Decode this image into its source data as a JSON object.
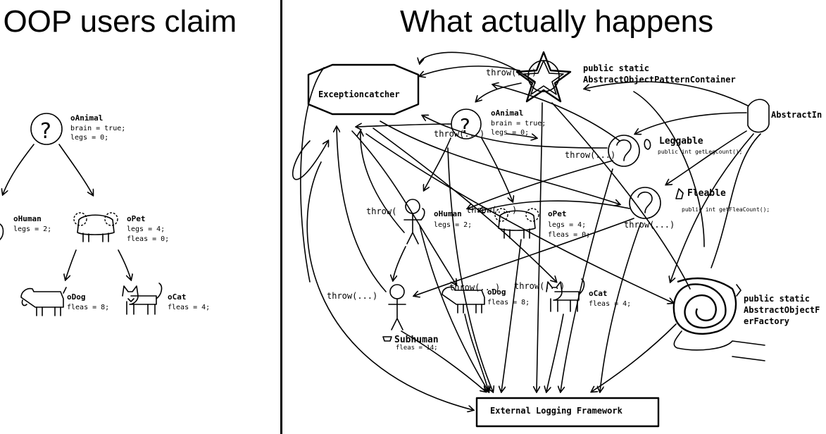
{
  "titles": {
    "left": "t OOP users claim",
    "right": "What actually happens"
  },
  "left_tree": {
    "animal": {
      "name": "oAnimal",
      "props": [
        "brain = true;",
        "legs = 0;"
      ]
    },
    "human": {
      "name": "oHuman",
      "props": [
        "legs = 2;"
      ]
    },
    "pet": {
      "name": "oPet",
      "props": [
        "legs = 4;",
        "fleas = 0;"
      ]
    },
    "dog": {
      "name": "oDog",
      "props": [
        "fleas = 8;"
      ]
    },
    "cat": {
      "name": "oCat",
      "props": [
        "fleas = 4;"
      ]
    }
  },
  "right_mess": {
    "exception_catcher": "Exceptioncatcher",
    "pattern_container": [
      "public static",
      "AbstractObjectPatternContainer"
    ],
    "abstract_interface": "AbstractIn",
    "factory": [
      "public static",
      "AbstractObjectF",
      "erFactory"
    ],
    "leggable": {
      "name": "Leggable",
      "method": "public int getLegCount();"
    },
    "fleable": {
      "name": "Fleable",
      "method": "public int getFleaCount();"
    },
    "animal": {
      "name": "oAnimal",
      "props": [
        "brain = true;",
        "legs = 0;"
      ]
    },
    "human": {
      "name": "oHuman",
      "props": [
        "legs = 2;"
      ]
    },
    "pet": {
      "name": "oPet",
      "props": [
        "legs = 4;",
        "fleas = 0;"
      ]
    },
    "dog": {
      "name": "oDog",
      "props": [
        "fleas = 8;"
      ]
    },
    "cat": {
      "name": "oCat",
      "props": [
        "fleas = 4;"
      ]
    },
    "subhuman": {
      "name": "Subhuman",
      "props": [
        "fleas = 14;"
      ]
    },
    "logging": "External Logging Framework",
    "throw_labels": [
      "throw(...)",
      "throw(...)",
      "throw(...)",
      "throw(",
      "throw(...)",
      "throw(...)",
      "throw(...)",
      "throw(...)",
      "throw(...)"
    ]
  }
}
